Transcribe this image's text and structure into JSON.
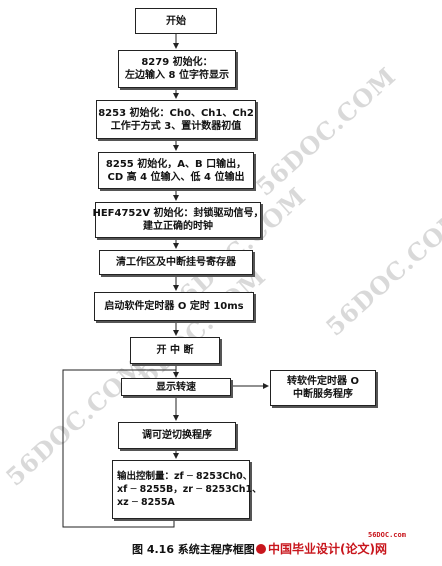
{
  "watermark": "56DOC.COM",
  "nodes": {
    "start": "开始",
    "init8279": [
      "8279 初始化：",
      "左边输入 8 位字符显示"
    ],
    "init8253": [
      "8253 初始化：Ch0、Ch1、Ch2",
      "工作于方式 3、置计数器初值"
    ],
    "init8255": [
      "8255 初始化，A、B 口输出，",
      "CD 高 4 位输入、低 4 位输出"
    ],
    "init4752": [
      "HEF4752V 初始化：封锁驱动信号，",
      "建立正确的时钟"
    ],
    "clear": "清工作区及中断挂号寄存器",
    "timer": "启动软件定时器 O 定时 10ms",
    "enable_int": "开  中  断",
    "display_speed": "显示转速",
    "isr": [
      "转软件定时器 O",
      "中断服务程序"
    ],
    "reversible": "调可逆切换程序",
    "output": [
      "输出控制量：zf ─ 8253Ch0、",
      "xf ─ 8255B，zr ─ 8253Ch1、",
      "xz ─ 8255A"
    ]
  },
  "caption": "图 4.16   系统主程序框图",
  "logo": {
    "text": "中国毕业设计(论文)网",
    "small": "56DOC.com"
  }
}
